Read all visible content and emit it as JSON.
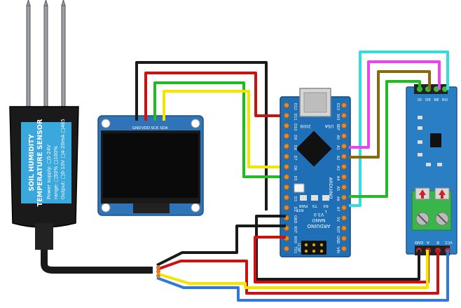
{
  "sensor": {
    "title_line1": "SOIL HUMIDITY",
    "title_line2": "TEMPERATURE SENSOR",
    "power_supply": "Power supply: □5-24V",
    "range": "range: □50%  □100%",
    "output": "Output: □0-10V □4-20mA □485"
  },
  "oled": {
    "pins": [
      "GND",
      "VDD",
      "SCK",
      "SDA"
    ]
  },
  "nano": {
    "brand": "ARDUINO",
    "model": "NANO",
    "version": "V3.0",
    "year": "2009",
    "usa": "USA",
    "rst": "RST",
    "pwr": "PWR",
    "tx": "TX",
    "rx": "RX",
    "l": "L",
    "icsp": "ICSP",
    "left_pins": [
      "D12",
      "D11",
      "D10",
      "D9",
      "D8",
      "D7",
      "D6",
      "D5",
      "D4",
      "D3",
      "D2",
      "GND",
      "RST",
      "RX0",
      "TX1"
    ],
    "right_pins": [
      "D13",
      "3V3",
      "REF",
      "A0",
      "A1",
      "A2",
      "A3",
      "A4",
      "A5",
      "A6",
      "A7",
      "5V",
      "RST",
      "GND",
      "VIN"
    ]
  },
  "rs485": {
    "top_pins": [
      "DI",
      "DE",
      "RE",
      "RO"
    ],
    "bottom_pins": [
      "GND",
      "A",
      "B",
      "VCC"
    ]
  },
  "colors": {
    "wire_black": "#1a1a1a",
    "wire_red": "#cc1111",
    "wire_green": "#22bb22",
    "wire_yellow": "#f2e600",
    "wire_cyan": "#33dddd",
    "wire_magenta": "#ee44ee",
    "wire_brown": "#8a6a10",
    "wire_blue": "#3377dd",
    "board_blue": "#1e6fb5",
    "module_blue": "#2a7fc4"
  }
}
